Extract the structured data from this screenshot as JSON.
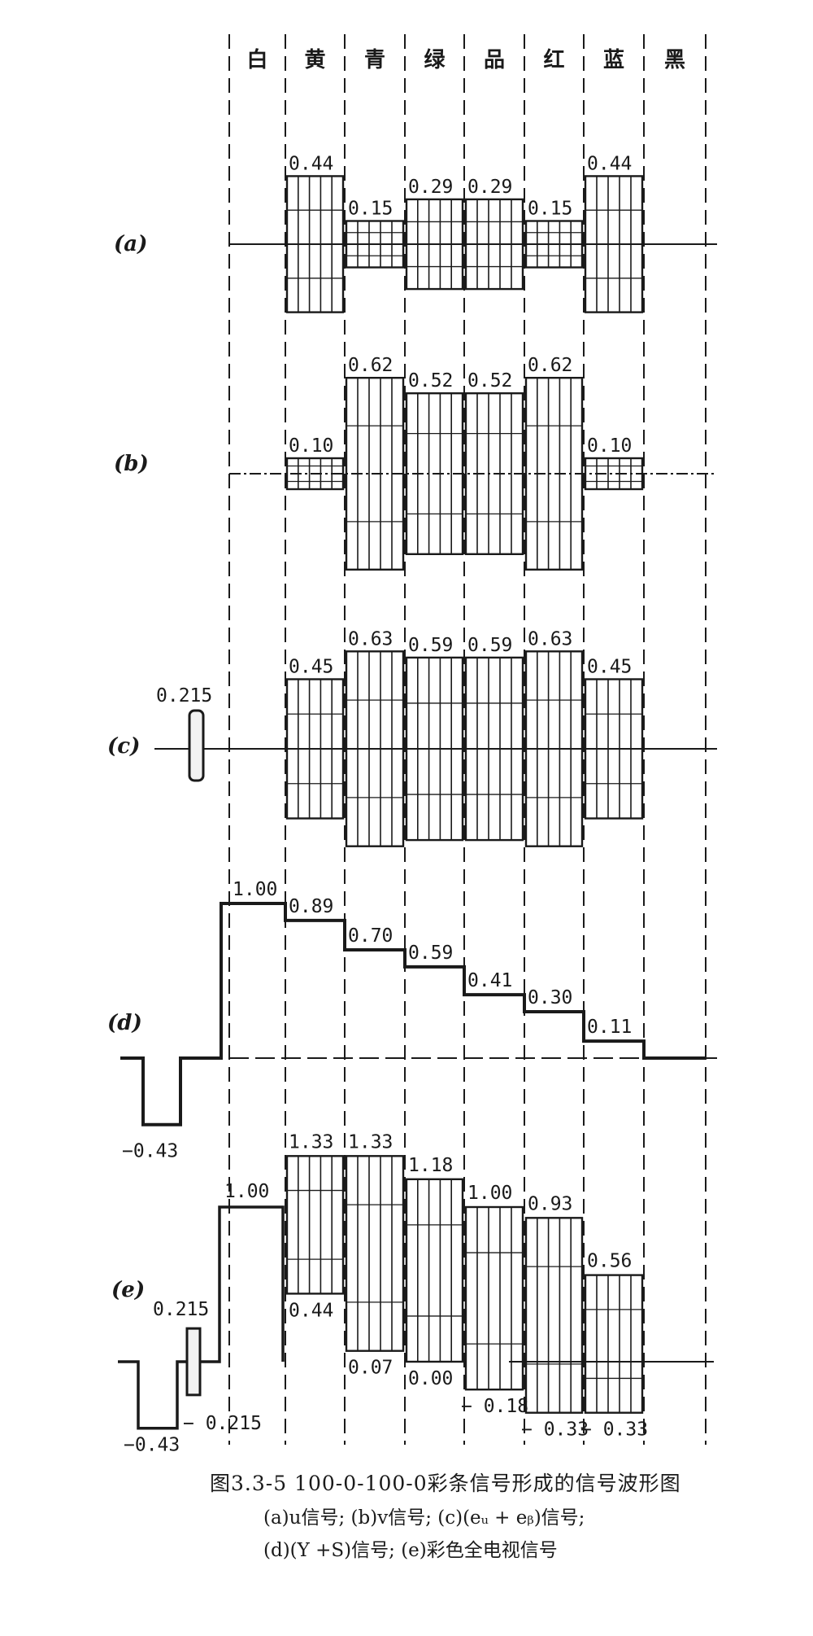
{
  "columns": [
    "白",
    "黄",
    "青",
    "绿",
    "品",
    "红",
    "蓝",
    "黑"
  ],
  "rows": {
    "a": {
      "label": "(a)",
      "values": [
        null,
        0.44,
        0.15,
        0.29,
        0.29,
        0.15,
        0.44,
        null
      ]
    },
    "b": {
      "label": "(b)",
      "values": [
        null,
        0.1,
        0.62,
        0.52,
        0.52,
        0.62,
        0.1,
        null
      ]
    },
    "c": {
      "label": "(c)",
      "burst": "0.215",
      "values": [
        null,
        0.45,
        0.63,
        0.59,
        0.59,
        0.63,
        0.45,
        null
      ]
    },
    "d": {
      "label": "(d)",
      "sync": "−0.43",
      "values": [
        1.0,
        0.89,
        0.7,
        0.59,
        0.41,
        0.3,
        0.11,
        null
      ]
    },
    "e": {
      "label": "(e)",
      "sync": "−0.43",
      "burst_pos": "0.215",
      "burst_neg": "− 0.215",
      "white": "1.00",
      "highs": [
        1.33,
        1.33,
        1.18,
        1.0,
        0.93,
        0.56
      ],
      "lows": [
        0.44,
        0.07,
        0.0,
        -0.18,
        -0.33,
        -0.33
      ],
      "high_labels": [
        "1.33",
        "1.33",
        "1.18",
        "1.00",
        "0.93",
        "0.56"
      ],
      "low_labels": [
        "0.44",
        "0.07",
        "0.00",
        "− 0.18",
        "− 0.33",
        "− 0.33"
      ]
    }
  },
  "caption": {
    "title": "图3.3-5    100-0-100-0彩条信号形成的信号波形图",
    "line1": "(a)u信号; (b)v信号; (c)(eᵤ + eᵦ)信号;",
    "line2": "(d)(Y +S)信号; (e)彩色全电视信号"
  }
}
